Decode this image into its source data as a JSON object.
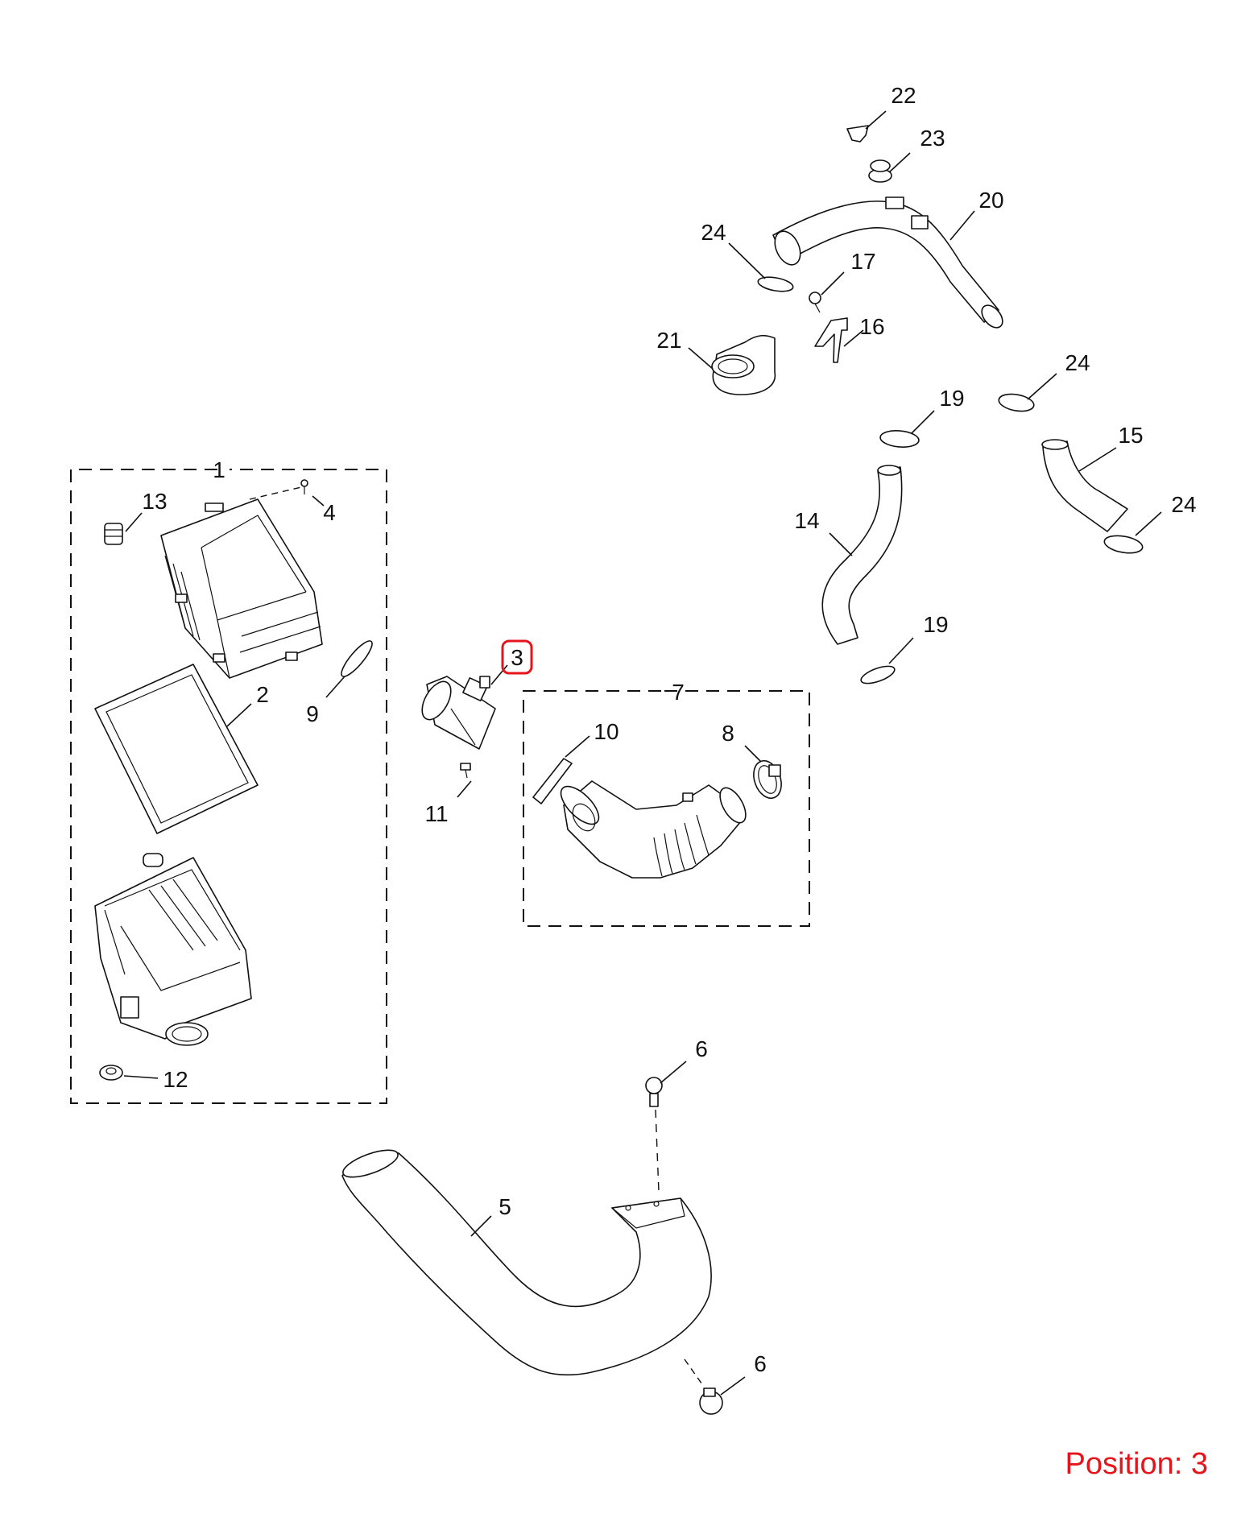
{
  "callouts": {
    "c1": "1",
    "c2": "2",
    "c3": "3",
    "c4": "4",
    "c5": "5",
    "c6a": "6",
    "c6b": "6",
    "c7": "7",
    "c8": "8",
    "c9": "9",
    "c10": "10",
    "c11": "11",
    "c12": "12",
    "c13": "13",
    "c14": "14",
    "c15": "15",
    "c16": "16",
    "c17": "17",
    "c19a": "19",
    "c19b": "19",
    "c20": "20",
    "c21": "21",
    "c22": "22",
    "c23": "23",
    "c24a": "24",
    "c24b": "24",
    "c24c": "24"
  },
  "highlighted_callout": "3",
  "highlight_color": "#e8141c",
  "position_label": "Position: 3"
}
